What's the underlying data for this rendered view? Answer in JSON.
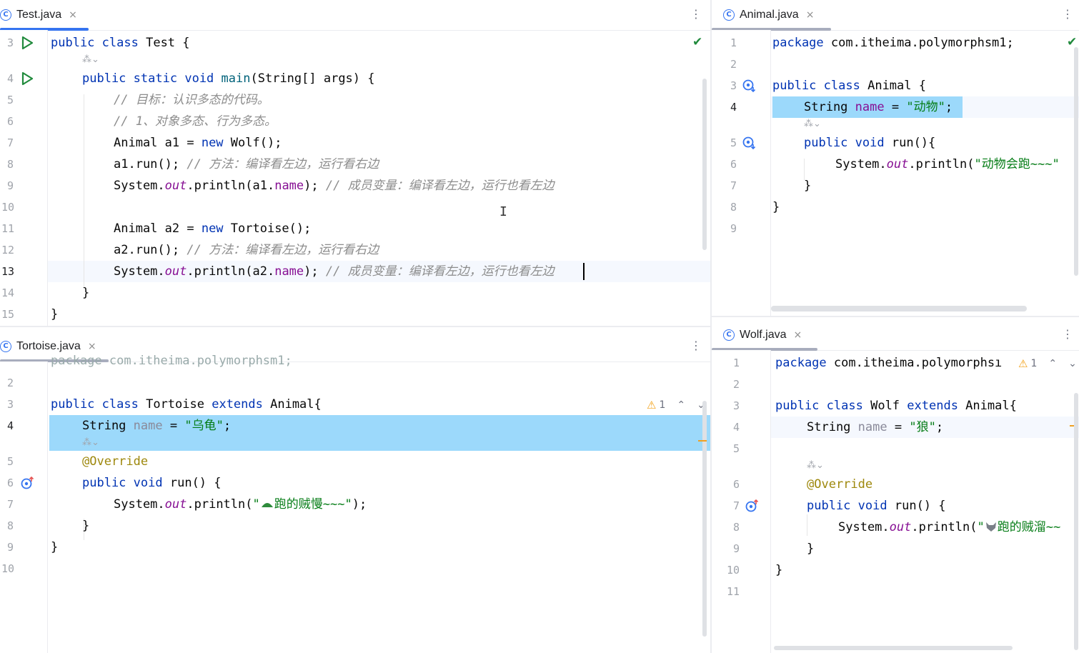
{
  "panes": {
    "test": {
      "tab": {
        "filename": "Test.java",
        "close": "×"
      },
      "lines": [
        {
          "n": "3"
        },
        {
          "n": ""
        },
        {
          "n": "4"
        },
        {
          "n": "5"
        },
        {
          "n": "6"
        },
        {
          "n": "7"
        },
        {
          "n": "8"
        },
        {
          "n": "9"
        },
        {
          "n": "10"
        },
        {
          "n": "11"
        },
        {
          "n": "12"
        },
        {
          "n": "13"
        },
        {
          "n": "14"
        },
        {
          "n": "15"
        }
      ],
      "code": {
        "l3": [
          "public",
          " ",
          "class",
          " Test {"
        ],
        "l4": [
          "public",
          " ",
          "static",
          " ",
          "void",
          " ",
          "main",
          "(String[] args) {"
        ],
        "l5": "// 目标：认识多态的代码。",
        "l6": "// 1、对象多态、行为多态。",
        "l7": [
          "Animal a1 = ",
          "new",
          " Wolf();"
        ],
        "l8": [
          "a1.run(); ",
          "// 方法：编译看左边，运行看右边"
        ],
        "l9": [
          "System.",
          "out",
          ".println(a1.",
          "name",
          "); ",
          "// 成员变量：编译看左边，运行也看左边"
        ],
        "l11": [
          "Animal a2 = ",
          "new",
          " Tortoise();"
        ],
        "l12": [
          "a2.run(); ",
          "// 方法：编译看左边，运行看右边"
        ],
        "l13": [
          "System.",
          "out",
          ".println(a2.",
          "name",
          "); ",
          "// 成员变量：编译看左边，运行也看左边"
        ],
        "l14": "}",
        "l15": "}"
      },
      "check": "✔"
    },
    "animal": {
      "tab": {
        "filename": "Animal.java",
        "close": "×"
      },
      "lines": [
        {
          "n": "1"
        },
        {
          "n": "2"
        },
        {
          "n": "3"
        },
        {
          "n": "4"
        },
        {
          "n": "5"
        },
        {
          "n": "6"
        },
        {
          "n": "7"
        },
        {
          "n": "8"
        },
        {
          "n": "9"
        }
      ],
      "code": {
        "l1": [
          "package",
          " com.itheima.polymorphsm1;"
        ],
        "l3": [
          "public",
          " ",
          "class",
          " Animal {"
        ],
        "l4": [
          "String ",
          "name",
          " = ",
          "\"动物\"",
          ";"
        ],
        "l5": [
          "public",
          " ",
          "void",
          " run(){"
        ],
        "l6": [
          "System.",
          "out",
          ".println(",
          "\"动物会跑~~~\""
        ],
        "l7": "}",
        "l8": "}"
      },
      "check": "✔"
    },
    "tortoise": {
      "tab": {
        "filename": "Tortoise.java",
        "close": "×"
      },
      "lines": [
        {
          "n": "2"
        },
        {
          "n": "3"
        },
        {
          "n": "4"
        },
        {
          "n": "5"
        },
        {
          "n": "6"
        },
        {
          "n": "7"
        },
        {
          "n": "8"
        },
        {
          "n": "9"
        },
        {
          "n": "10"
        }
      ],
      "code": {
        "l1": "package com.itheima.polymorphsm1;",
        "l3": [
          "public",
          " ",
          "class",
          " Tortoise ",
          "extends",
          " Animal{"
        ],
        "l4": [
          "String ",
          "name",
          " = ",
          "\"乌龟\"",
          ";"
        ],
        "l5": "@Override",
        "l6": [
          "public",
          " ",
          "void",
          " run() {"
        ],
        "l7": [
          "System.",
          "out",
          ".println(",
          "\"",
          "跑的贼慢~~~\"",
          ");"
        ],
        "l8": "}",
        "l9": "}"
      },
      "warning_count": "1"
    },
    "wolf": {
      "tab": {
        "filename": "Wolf.java",
        "close": "×"
      },
      "lines": [
        {
          "n": "1"
        },
        {
          "n": "2"
        },
        {
          "n": "3"
        },
        {
          "n": "4"
        },
        {
          "n": "5"
        },
        {
          "n": ""
        },
        {
          "n": "6"
        },
        {
          "n": "7"
        },
        {
          "n": "8"
        },
        {
          "n": "9"
        },
        {
          "n": "10"
        },
        {
          "n": "11"
        }
      ],
      "code": {
        "l1": [
          "package",
          " com.itheima.polymorphsı"
        ],
        "l3": [
          "public",
          " ",
          "class",
          " Wolf ",
          "extends",
          " Animal{"
        ],
        "l4": [
          "String ",
          "name",
          " = ",
          "\"狼\"",
          ";"
        ],
        "l6": "@Override",
        "l7": [
          "public",
          " ",
          "void",
          " run() {"
        ],
        "l8": [
          "System.",
          "out",
          ".println(",
          "\"",
          "跑的贼溜~~"
        ],
        "l9": "}",
        "l10": "}"
      },
      "warning_count": "1"
    }
  },
  "icons": {
    "run": "run-gutter-icon",
    "override": "override-gutter-icon",
    "overridden": "overridden-gutter-icon",
    "kebab": "⋮",
    "warning": "⚠",
    "chevron_up": "⌃",
    "chevron_down": "⌄",
    "hint": "⁂⌄"
  },
  "colors": {
    "accent": "#3574f0",
    "keyword": "#0033b3",
    "field": "#871094",
    "string": "#067d17",
    "comment": "#8c8c8c",
    "annotation": "#9e880d",
    "highlight": "#9cd9fb"
  }
}
